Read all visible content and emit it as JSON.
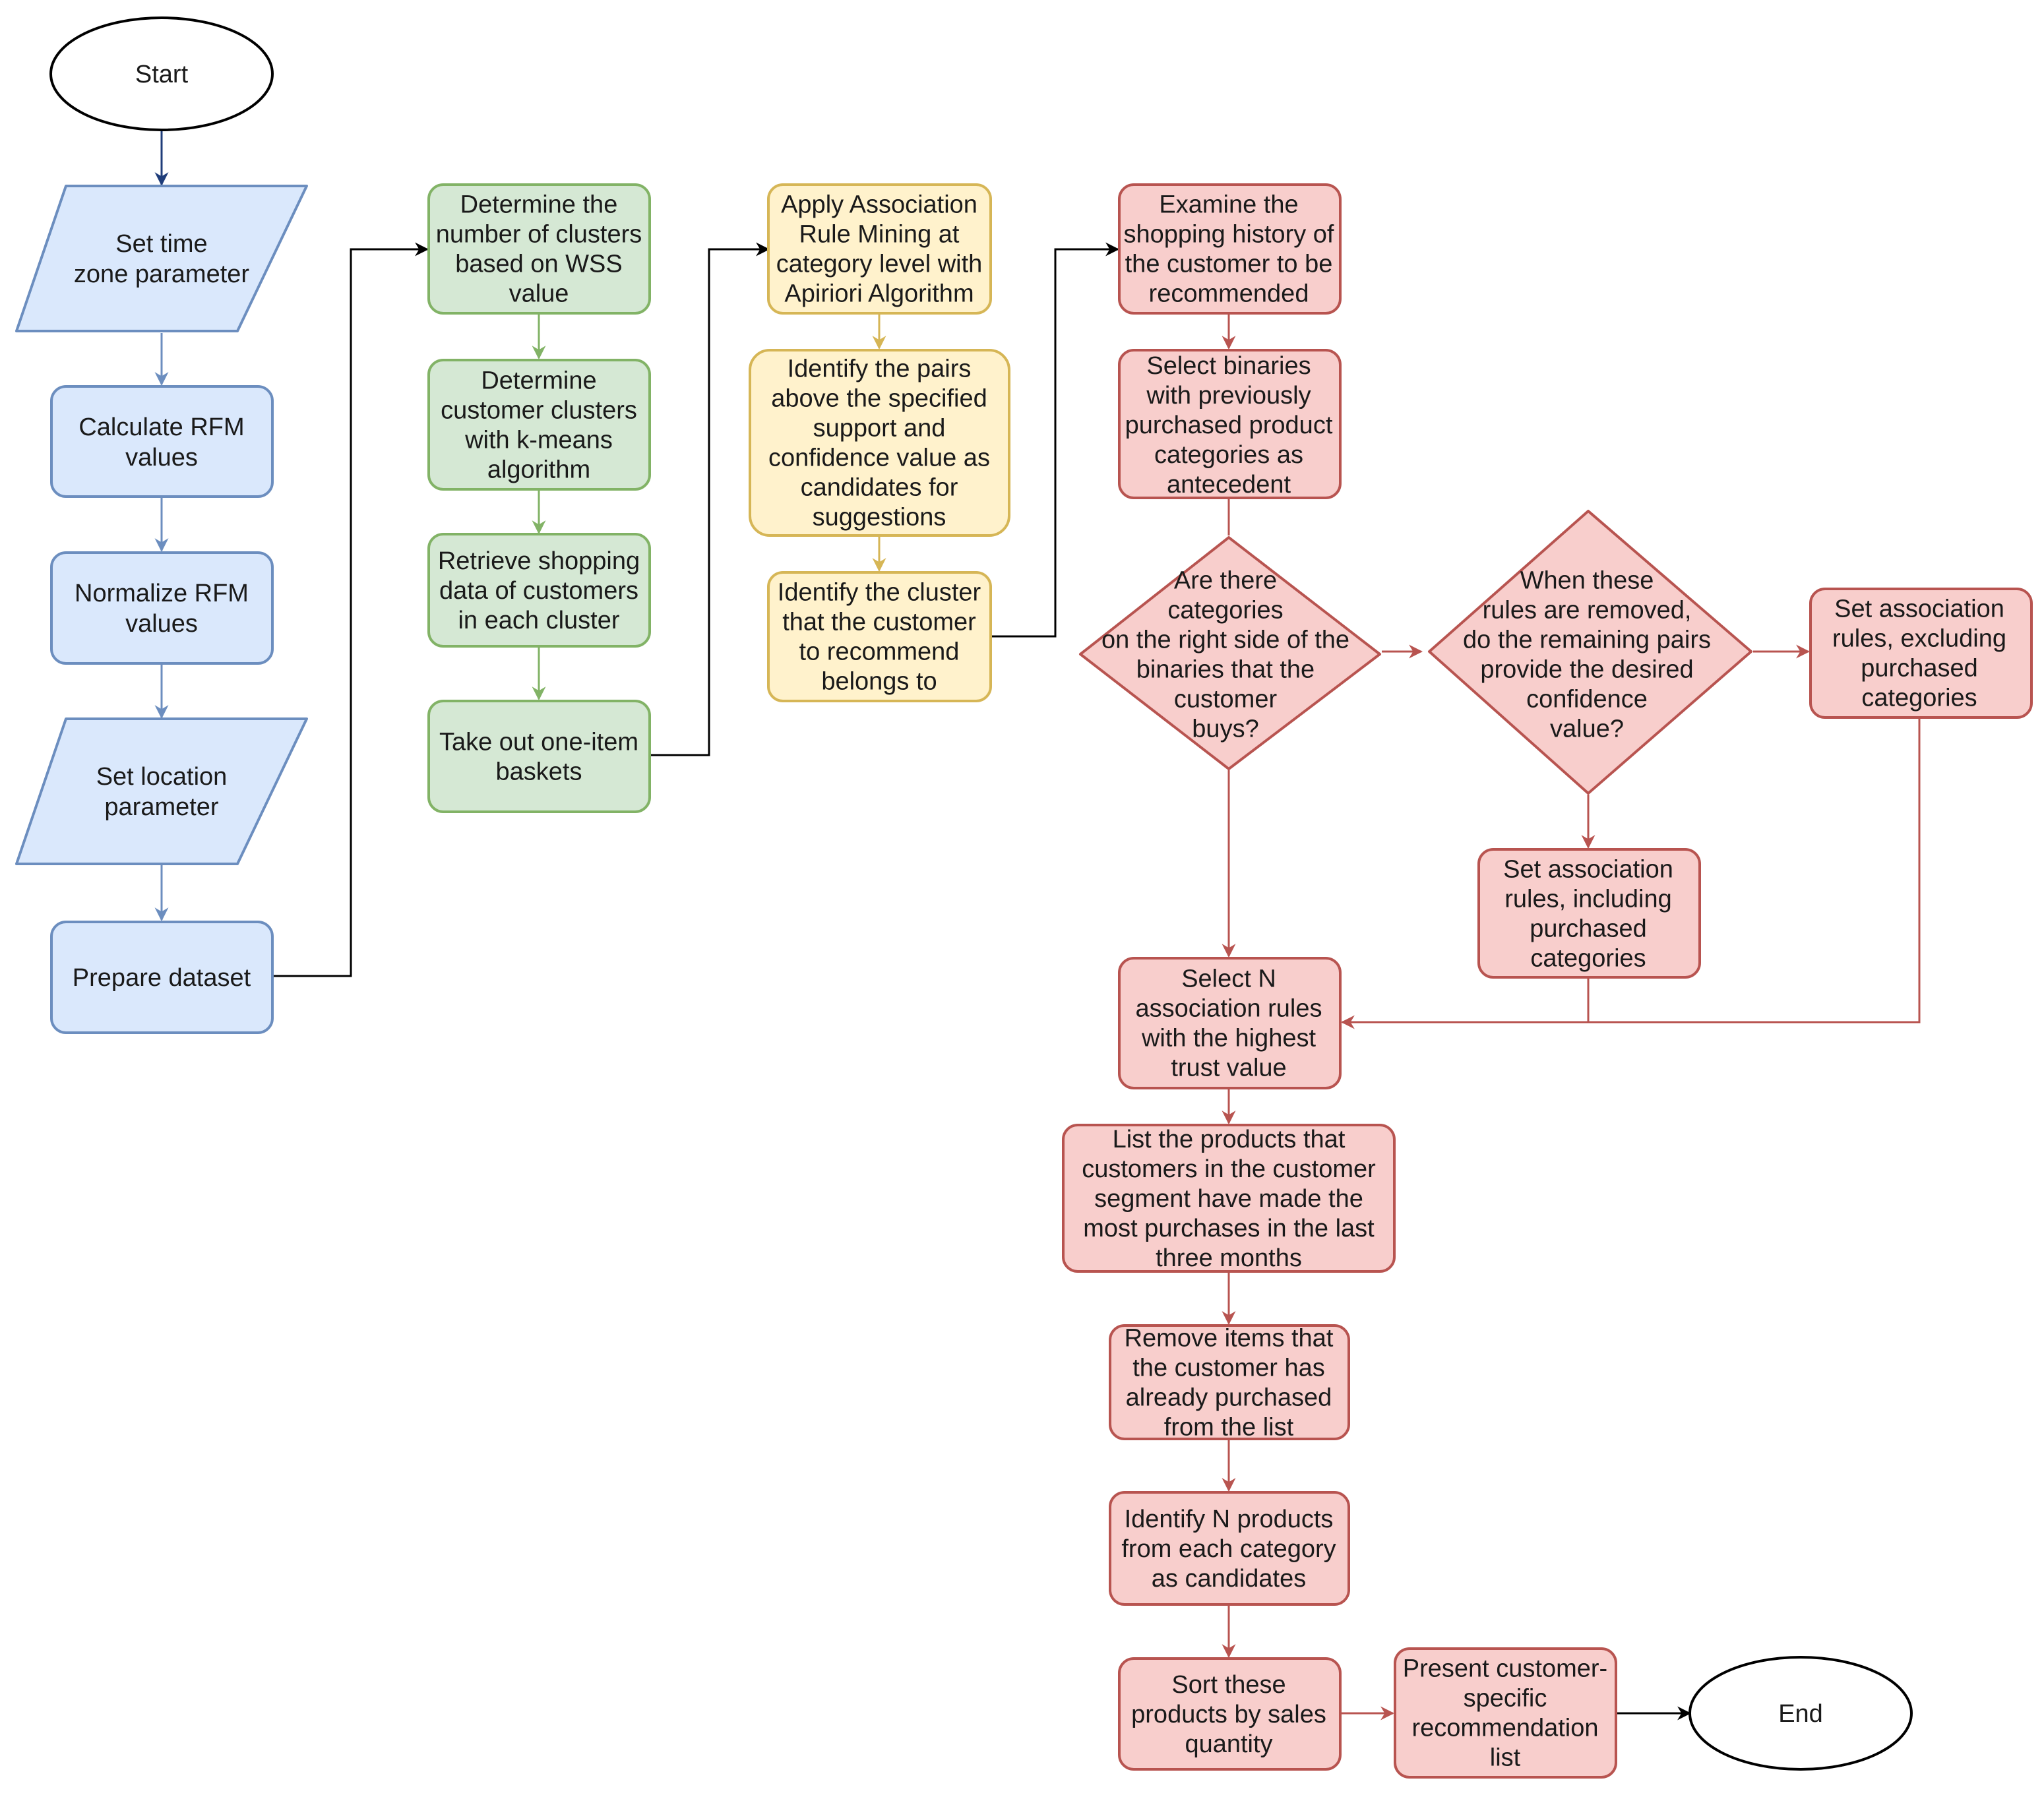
{
  "colors": {
    "blue_fill": "#dae8fc",
    "blue_stroke": "#6c8ebf",
    "green_fill": "#d5e8d4",
    "green_stroke": "#82b366",
    "yellow_fill": "#fff2cc",
    "yellow_stroke": "#d6b656",
    "red_fill": "#f8cecc",
    "red_stroke": "#b85450",
    "terminal_fill": "#ffffff",
    "terminal_stroke": "#000000",
    "connector": "#000000"
  },
  "nodes": {
    "start": [
      "Start"
    ],
    "set_time_zone": [
      "Set time",
      "zone parameter"
    ],
    "calculate_rfm": [
      "Calculate RFM",
      "values"
    ],
    "normalize_rfm": [
      "Normalize RFM",
      "values"
    ],
    "set_location": [
      "Set location",
      "parameter"
    ],
    "prepare_dataset": [
      "Prepare dataset"
    ],
    "determine_clusters_number": [
      "Determine the",
      "number of clusters",
      "based on WSS",
      "value"
    ],
    "determine_customer_clusters": [
      "Determine",
      "customer clusters",
      "with k-means",
      "algorithm"
    ],
    "retrieve_shopping_data": [
      "Retrieve shopping",
      "data of customers",
      "in each cluster"
    ],
    "take_out_baskets": [
      "Take out one-item",
      "baskets"
    ],
    "apply_arm": [
      "Apply Association",
      "Rule Mining at",
      "category level with",
      "Apiriori Algorithm"
    ],
    "identify_pairs": [
      "Identify the pairs",
      "above the specified",
      "support and",
      "confidence value as",
      "candidates for",
      "suggestions"
    ],
    "identify_cluster": [
      "Identify the cluster",
      "that the customer",
      "to recommend",
      "belongs to"
    ],
    "examine_history": [
      "Examine the",
      "shopping history of",
      "the customer to be",
      "recommended"
    ],
    "select_binaries": [
      "Select binaries",
      "with previously",
      "purchased product",
      "categories as",
      "antecedent"
    ],
    "decision_right_side": [
      "Are there",
      "categories",
      "on the right side of the",
      "binaries that the",
      "customer",
      "buys?"
    ],
    "decision_rules_removed": [
      "When these",
      "rules are removed,",
      "do the remaining pairs",
      "provide the desired",
      "confidence",
      "value?"
    ],
    "set_rules_excluding": [
      "Set association",
      "rules, excluding",
      "purchased",
      "categories"
    ],
    "set_rules_including": [
      "Set association",
      "rules, including",
      "purchased",
      "categories"
    ],
    "select_n_rules": [
      "Select N",
      "association rules",
      "with the highest",
      "trust value"
    ],
    "list_products": [
      "List the products that",
      "customers in the customer",
      "segment have made the",
      "most purchases in the last",
      "three months"
    ],
    "remove_items": [
      "Remove items that",
      "the customer has",
      "already purchased",
      "from the list"
    ],
    "identify_n_products": [
      "Identify N products",
      "from each category",
      "as candidates"
    ],
    "sort_products": [
      "Sort these",
      "products by sales",
      "quantity"
    ],
    "present_list": [
      "Present customer-",
      "specific",
      "recommendation",
      "list"
    ],
    "end": [
      "End"
    ]
  }
}
